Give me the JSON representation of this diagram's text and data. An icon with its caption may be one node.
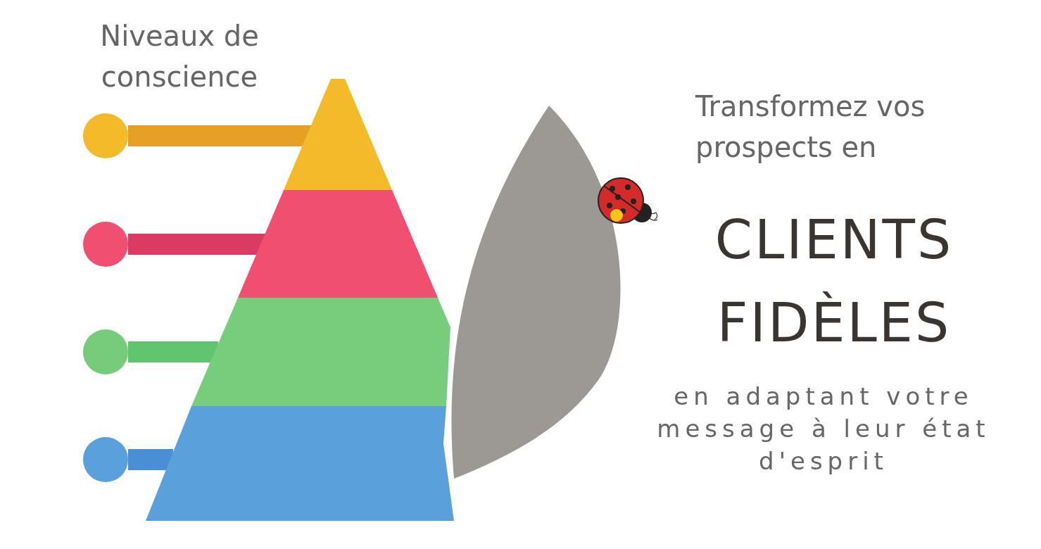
{
  "diagram": {
    "title": "Niveaux de conscience",
    "nodes": [
      {
        "text": [],
        "shape": "circle"
      },
      {
        "text": [],
        "shape": "circle"
      },
      {
        "text": [],
        "shape": "circle"
      },
      {
        "text": [],
        "shape": "circle"
      },
      {
        "text": [],
        "shape": "triangle"
      },
      {
        "text": [],
        "shape": "trapezoid"
      },
      {
        "text": [],
        "shape": "trapezoid"
      },
      {
        "text": [],
        "shape": "trapezoid"
      },
      {
        "text": [],
        "shape": "leaf"
      }
    ],
    "edges": [
      {
        "from": 0,
        "to": 4,
        "arrow": "none",
        "color": "#e5a125"
      },
      {
        "from": 1,
        "to": 5,
        "arrow": "none",
        "color": "#d93b62"
      },
      {
        "from": 2,
        "to": 6,
        "arrow": "none",
        "color": "#61c46f"
      },
      {
        "from": 3,
        "to": 7,
        "arrow": "none",
        "color": "#4a8fd4"
      }
    ],
    "labels": [
      "Transformez vos prospects en",
      "CLIENTS FIDÈLES",
      "en adaptant votre message à leur état d'esprit"
    ]
  }
}
